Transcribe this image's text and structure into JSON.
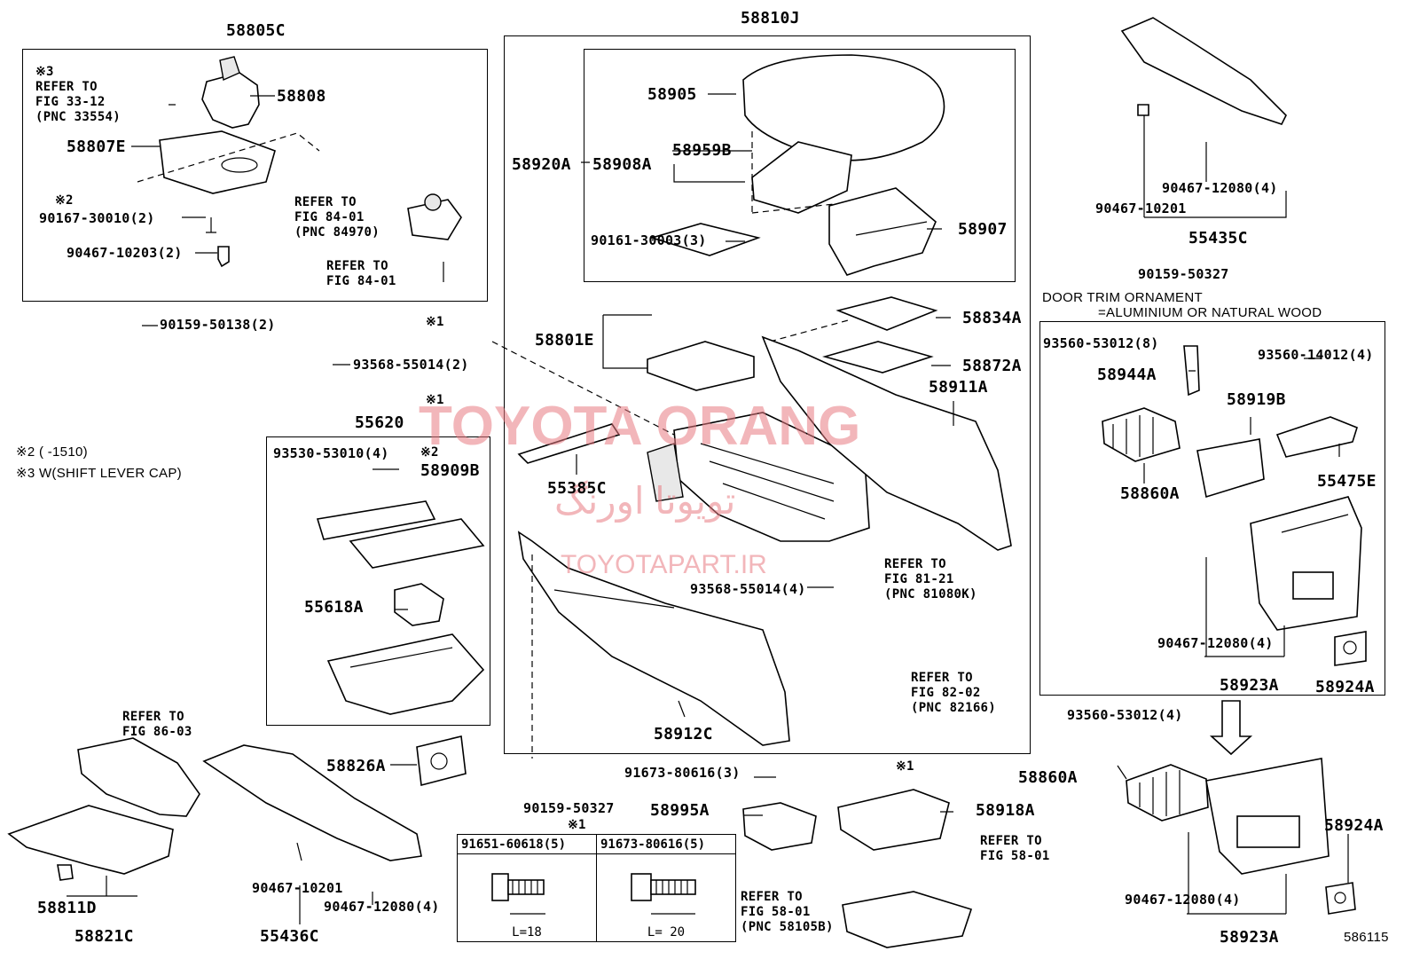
{
  "assembly_labels": {
    "a58805C": "58805C",
    "a58810J": "58810J",
    "a55620": "55620",
    "a55435C": "55435C"
  },
  "parts": {
    "p58808": "58808",
    "p58807E": "58807E",
    "p90167": "90167-30010(2)",
    "p90467_10203": "90467-10203(2)",
    "p90159_50138": "90159-50138(2)",
    "p93568_a": "93568-55014(2)",
    "p58905": "58905",
    "p58920A": "58920A",
    "p58908A": "58908A",
    "p58959B": "58959B",
    "p90161": "90161-30003(3)",
    "p58907": "58907",
    "p90159_50327_top": "90159-50327",
    "p58801E": "58801E",
    "p58834A": "58834A",
    "p58872A": "58872A",
    "p58911A": "58911A",
    "p55385C": "55385C",
    "p93568_b": "93568-55014(4)",
    "p58912C": "58912C",
    "p93530": "93530-53010(4)",
    "p58909B": "58909B",
    "p55618A": "55618A",
    "p58826A": "58826A",
    "p58821C": "58821C",
    "p58811D": "58811D",
    "p55436C": "55436C",
    "p90467_10201_b": "90467-10201",
    "p90467_12080_b": "90467-12080(4)",
    "p90159_50327_b": "90159-50327",
    "p91673_a": "91673-80616(3)",
    "p58995A": "58995A",
    "p58918A": "58918A",
    "p90467_12080_t": "90467-12080(4)",
    "p90467_10201_t": "90467-10201",
    "p93560_53012_8": "93560-53012(8)",
    "p58944A": "58944A",
    "p93560_14012": "93560-14012(4)",
    "p58919B": "58919B",
    "p58860A_t": "58860A",
    "p55475E": "55475E",
    "p90467_12080_m": "90467-12080(4)",
    "p58923A_t": "58923A",
    "p58924A_t": "58924A",
    "p93560_53012_4": "93560-53012(4)",
    "p58860A_b": "58860A",
    "p58924A_b": "58924A",
    "p90467_12080_bb": "90467-12080(4)",
    "p58923A_b": "58923A"
  },
  "refs": {
    "r33": [
      "※3",
      "REFER TO",
      "FIG 33-12",
      "(PNC 33554)"
    ],
    "r84a": [
      "REFER TO",
      "FIG 84-01",
      "(PNC 84970)"
    ],
    "r84b": [
      "REFER TO",
      "FIG 84-01"
    ],
    "r81": [
      "REFER TO",
      "FIG 81-21",
      "(PNC 81080K)"
    ],
    "r82": [
      "REFER TO",
      "FIG 82-02",
      "(PNC 82166)"
    ],
    "r86": [
      "REFER TO",
      "FIG 86-03"
    ],
    "r58a": [
      "REFER TO",
      "FIG 58-01"
    ],
    "r58b": [
      "REFER TO",
      "FIG 58-01",
      "(PNC 58105B)"
    ]
  },
  "marks": {
    "m2a": "※2",
    "m2b": "※2",
    "m1a": "※1",
    "m1b": "※1",
    "m1c": "※1",
    "m1d": "※1"
  },
  "notes": {
    "n2": "※2 (       -1510)",
    "n3": "※3 W(SHIFT LEVER CAP)",
    "door_trim_1": "DOOR TRIM ORNAMENT",
    "door_trim_2": "=ALUMINIUM OR NATURAL WOOD"
  },
  "fastener_table": {
    "headers": [
      "91651-60618(5)",
      "91673-80616(5)"
    ],
    "lengths": [
      "L=18",
      "L= 20"
    ]
  },
  "watermark": {
    "main": "TOYOTA ORANG",
    "persian": "تویوتا اورنگ",
    "url": "TOYOTAPART.IR"
  },
  "figure_code": "586115"
}
